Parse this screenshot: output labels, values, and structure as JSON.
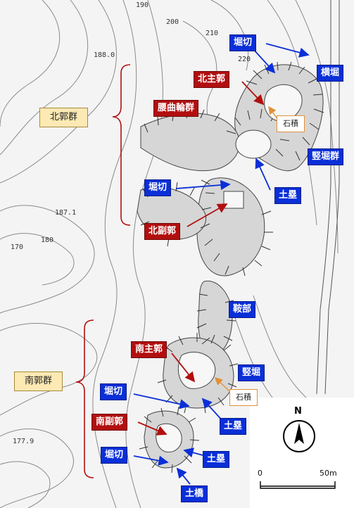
{
  "groups": {
    "north": "北郭群",
    "south": "南郭群"
  },
  "elevations": [
    "188.0",
    "187.1",
    "177.9"
  ],
  "contour_labels": [
    "190",
    "200",
    "210",
    "220",
    "170",
    "180"
  ],
  "labels": {
    "horikiri": "堀切",
    "yokobori": "横堀",
    "kitashukaku": "北主郭",
    "koshikuruwa": "腰曲輪群",
    "ishizumi": "石積",
    "tatebori_group": "竪堀群",
    "dorui": "土塁",
    "kitafukukaku": "北副郭",
    "anbu": "鞍部",
    "minamishukaku": "南主郭",
    "tatebori": "竪堀",
    "minamifukukaku": "南副郭",
    "dobashi": "土橋"
  },
  "compass": {
    "north": "N"
  },
  "scale": {
    "start": "0",
    "end": "50m"
  },
  "colors": {
    "blue": "#0a2fd8",
    "red": "#b20f0f",
    "group_fill": "#fde9b3",
    "stone_border": "#e0903a"
  }
}
